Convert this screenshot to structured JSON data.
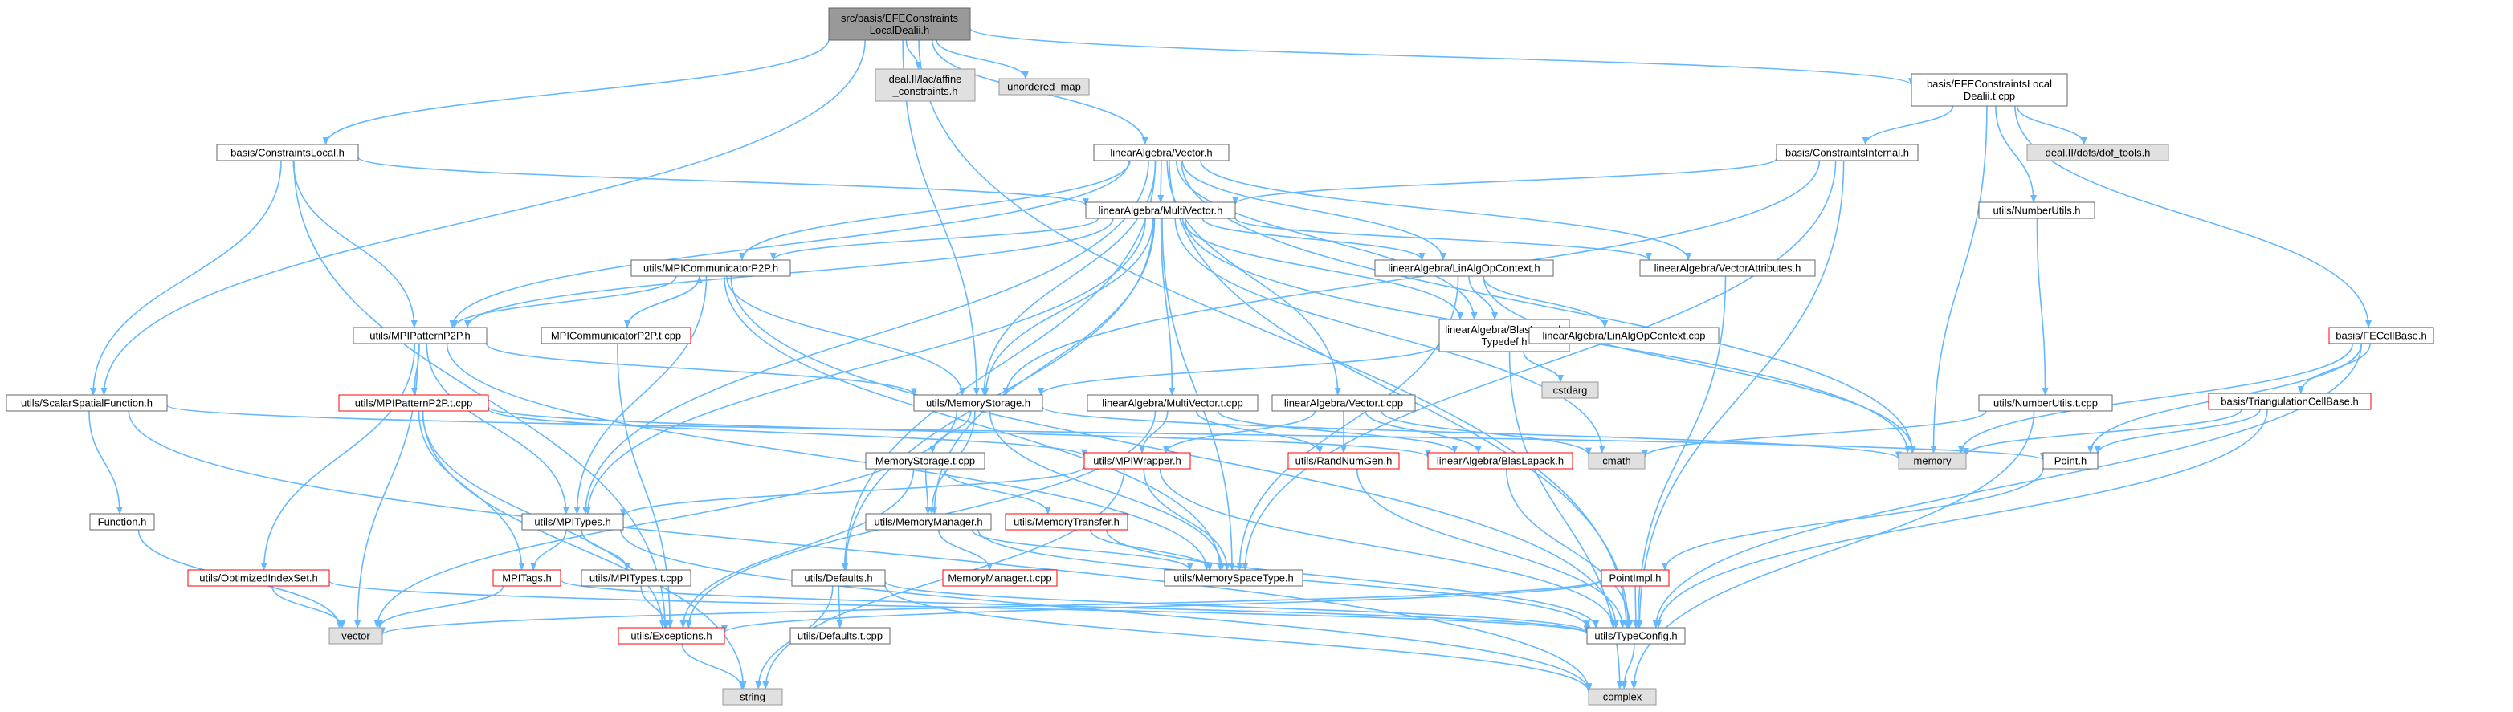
{
  "colors": {
    "edge": "#63b8ff",
    "root_fill": "#999999",
    "file_fill": "#ffffff",
    "file_stroke": "#666666",
    "external_fill": "#e0e0e0",
    "external_stroke": "#999999",
    "incomplete_stroke": "#ff0000"
  },
  "nodes": [
    {
      "id": "root",
      "label": "src/basis/EFEConstraints\nLocalDealii.h",
      "kind": "root"
    },
    {
      "id": "dealii_affine",
      "label": "deal.II/lac/affine\n_constraints.h",
      "kind": "external"
    },
    {
      "id": "unordered_map",
      "label": "unordered_map",
      "kind": "external"
    },
    {
      "id": "efe_t",
      "label": "basis/EFEConstraintsLocal\nDealii.t.cpp",
      "kind": "file"
    },
    {
      "id": "constraints_local",
      "label": "basis/ConstraintsLocal.h",
      "kind": "file"
    },
    {
      "id": "la_vector",
      "label": "linearAlgebra/Vector.h",
      "kind": "file"
    },
    {
      "id": "constraints_internal",
      "label": "basis/ConstraintsInternal.h",
      "kind": "file"
    },
    {
      "id": "dof_tools",
      "label": "deal.II/dofs/dof_tools.h",
      "kind": "external"
    },
    {
      "id": "la_multivector",
      "label": "linearAlgebra/MultiVector.h",
      "kind": "file"
    },
    {
      "id": "number_utils",
      "label": "utils/NumberUtils.h",
      "kind": "file"
    },
    {
      "id": "mpi_comm",
      "label": "utils/MPICommunicatorP2P.h",
      "kind": "file"
    },
    {
      "id": "linalg_ctx",
      "label": "linearAlgebra/LinAlgOpContext.h",
      "kind": "file"
    },
    {
      "id": "vec_attr",
      "label": "linearAlgebra/VectorAttributes.h",
      "kind": "file"
    },
    {
      "id": "mpi_pattern",
      "label": "utils/MPIPatternP2P.h",
      "kind": "file"
    },
    {
      "id": "mpi_comm_t",
      "label": "MPICommunicatorP2P.t.cpp",
      "kind": "incomplete"
    },
    {
      "id": "blas_typedef",
      "label": "linearAlgebra/BlasLapack\nTypedef.h",
      "kind": "file"
    },
    {
      "id": "linalg_ctx_t",
      "label": "linearAlgebra/LinAlgOpContext.cpp",
      "kind": "file"
    },
    {
      "id": "fecellbase",
      "label": "basis/FECellBase.h",
      "kind": "incomplete"
    },
    {
      "id": "scalar_spatial",
      "label": "utils/ScalarSpatialFunction.h",
      "kind": "file"
    },
    {
      "id": "cstdarg",
      "label": "cstdarg",
      "kind": "external"
    },
    {
      "id": "tri_cellbase",
      "label": "basis/TriangulationCellBase.h",
      "kind": "incomplete"
    },
    {
      "id": "mpi_pattern_t",
      "label": "utils/MPIPatternP2P.t.cpp",
      "kind": "incomplete"
    },
    {
      "id": "mem_storage",
      "label": "utils/MemoryStorage.h",
      "kind": "file"
    },
    {
      "id": "la_multivector_t",
      "label": "linearAlgebra/MultiVector.t.cpp",
      "kind": "file"
    },
    {
      "id": "la_vector_t",
      "label": "linearAlgebra/Vector.t.cpp",
      "kind": "file"
    },
    {
      "id": "number_utils_t",
      "label": "utils/NumberUtils.t.cpp",
      "kind": "file"
    },
    {
      "id": "mem_storage_t",
      "label": "MemoryStorage.t.cpp",
      "kind": "file"
    },
    {
      "id": "mpi_wrapper",
      "label": "utils/MPIWrapper.h",
      "kind": "incomplete"
    },
    {
      "id": "rand_num",
      "label": "utils/RandNumGen.h",
      "kind": "incomplete"
    },
    {
      "id": "blas_lapack",
      "label": "linearAlgebra/BlasLapack.h",
      "kind": "incomplete"
    },
    {
      "id": "cmath",
      "label": "cmath",
      "kind": "external"
    },
    {
      "id": "memory",
      "label": "memory",
      "kind": "external"
    },
    {
      "id": "point",
      "label": "Point.h",
      "kind": "file"
    },
    {
      "id": "function",
      "label": "Function.h",
      "kind": "file"
    },
    {
      "id": "mpi_types",
      "label": "utils/MPITypes.h",
      "kind": "file"
    },
    {
      "id": "mem_manager",
      "label": "utils/MemoryManager.h",
      "kind": "file"
    },
    {
      "id": "mem_transfer",
      "label": "utils/MemoryTransfer.h",
      "kind": "incomplete"
    },
    {
      "id": "mpi_tags",
      "label": "MPITags.h",
      "kind": "incomplete"
    },
    {
      "id": "opt_index",
      "label": "utils/OptimizedIndexSet.h",
      "kind": "incomplete"
    },
    {
      "id": "mpi_types_t",
      "label": "utils/MPITypes.t.cpp",
      "kind": "file"
    },
    {
      "id": "defaults",
      "label": "utils/Defaults.h",
      "kind": "file"
    },
    {
      "id": "mem_manager_t",
      "label": "MemoryManager.t.cpp",
      "kind": "incomplete"
    },
    {
      "id": "mem_space",
      "label": "utils/MemorySpaceType.h",
      "kind": "file"
    },
    {
      "id": "point_impl",
      "label": "PointImpl.h",
      "kind": "incomplete"
    },
    {
      "id": "vector",
      "label": "vector",
      "kind": "external"
    },
    {
      "id": "exceptions",
      "label": "utils/Exceptions.h",
      "kind": "incomplete"
    },
    {
      "id": "defaults_t",
      "label": "utils/Defaults.t.cpp",
      "kind": "file"
    },
    {
      "id": "type_config",
      "label": "utils/TypeConfig.h",
      "kind": "file"
    },
    {
      "id": "string",
      "label": "string",
      "kind": "external"
    },
    {
      "id": "complex",
      "label": "complex",
      "kind": "external"
    }
  ],
  "edges": [
    [
      "root",
      "dealii_affine"
    ],
    [
      "root",
      "unordered_map"
    ],
    [
      "root",
      "efe_t"
    ],
    [
      "root",
      "constraints_local"
    ],
    [
      "root",
      "la_vector"
    ],
    [
      "root",
      "scalar_spatial"
    ],
    [
      "root",
      "mem_storage"
    ],
    [
      "root",
      "type_config"
    ],
    [
      "constraints_local",
      "la_multivector"
    ],
    [
      "constraints_local",
      "mpi_pattern"
    ],
    [
      "constraints_local",
      "scalar_spatial"
    ],
    [
      "constraints_local",
      "exceptions"
    ],
    [
      "efe_t",
      "constraints_internal"
    ],
    [
      "efe_t",
      "dof_tools"
    ],
    [
      "efe_t",
      "number_utils"
    ],
    [
      "efe_t",
      "fecellbase"
    ],
    [
      "efe_t",
      "memory"
    ],
    [
      "constraints_internal",
      "la_multivector"
    ],
    [
      "constraints_internal",
      "mem_storage"
    ],
    [
      "constraints_internal",
      "mem_space"
    ],
    [
      "constraints_internal",
      "type_config"
    ],
    [
      "la_vector",
      "la_multivector"
    ],
    [
      "la_vector",
      "mpi_comm"
    ],
    [
      "la_vector",
      "linalg_ctx"
    ],
    [
      "la_vector",
      "vec_attr"
    ],
    [
      "la_vector",
      "blas_typedef"
    ],
    [
      "la_vector",
      "mpi_pattern"
    ],
    [
      "la_vector",
      "mem_storage"
    ],
    [
      "la_vector",
      "la_vector_t"
    ],
    [
      "la_vector",
      "mpi_types"
    ],
    [
      "la_vector",
      "defaults"
    ],
    [
      "la_vector",
      "memory"
    ],
    [
      "la_vector",
      "type_config"
    ],
    [
      "la_multivector",
      "mpi_comm"
    ],
    [
      "la_multivector",
      "linalg_ctx"
    ],
    [
      "la_multivector",
      "vec_attr"
    ],
    [
      "la_multivector",
      "blas_typedef"
    ],
    [
      "la_multivector",
      "mpi_pattern"
    ],
    [
      "la_multivector",
      "mem_storage"
    ],
    [
      "la_multivector",
      "la_multivector_t"
    ],
    [
      "la_multivector",
      "mpi_types"
    ],
    [
      "la_multivector",
      "mem_manager"
    ],
    [
      "la_multivector",
      "defaults"
    ],
    [
      "la_multivector",
      "memory"
    ],
    [
      "la_multivector",
      "cmath"
    ],
    [
      "la_multivector",
      "mem_space"
    ],
    [
      "mpi_comm",
      "mpi_pattern"
    ],
    [
      "mpi_comm",
      "mpi_comm_t"
    ],
    [
      "mpi_comm",
      "mem_storage"
    ],
    [
      "mpi_comm",
      "mpi_types"
    ],
    [
      "mpi_comm",
      "mem_space"
    ],
    [
      "mpi_comm",
      "type_config"
    ],
    [
      "mpi_comm_t",
      "mpi_comm"
    ],
    [
      "mpi_comm_t",
      "exceptions"
    ],
    [
      "linalg_ctx",
      "blas_typedef"
    ],
    [
      "linalg_ctx",
      "linalg_ctx_t"
    ],
    [
      "linalg_ctx",
      "memory"
    ],
    [
      "linalg_ctx",
      "mem_space"
    ],
    [
      "vec_attr",
      "type_config"
    ],
    [
      "blas_typedef",
      "cstdarg"
    ],
    [
      "blas_typedef",
      "mem_storage"
    ],
    [
      "blas_typedef",
      "complex"
    ],
    [
      "mpi_pattern",
      "mpi_pattern_t"
    ],
    [
      "mpi_pattern",
      "mem_storage"
    ],
    [
      "mpi_pattern",
      "opt_index"
    ],
    [
      "mpi_pattern",
      "mpi_types"
    ],
    [
      "mpi_pattern",
      "mem_space"
    ],
    [
      "mpi_pattern",
      "vector"
    ],
    [
      "mpi_pattern_t",
      "mpi_wrapper"
    ],
    [
      "mpi_pattern_t",
      "mpi_tags"
    ],
    [
      "mpi_pattern_t",
      "exceptions"
    ],
    [
      "mpi_pattern_t",
      "string"
    ],
    [
      "mpi_pattern_t",
      "blas_lapack"
    ],
    [
      "number_utils",
      "number_utils_t"
    ],
    [
      "number_utils_t",
      "cmath"
    ],
    [
      "number_utils_t",
      "complex"
    ],
    [
      "fecellbase",
      "tri_cellbase"
    ],
    [
      "fecellbase",
      "point"
    ],
    [
      "fecellbase",
      "memory"
    ],
    [
      "fecellbase",
      "type_config"
    ],
    [
      "tri_cellbase",
      "point"
    ],
    [
      "tri_cellbase",
      "memory"
    ],
    [
      "tri_cellbase",
      "type_config"
    ],
    [
      "scalar_spatial",
      "function"
    ],
    [
      "scalar_spatial",
      "point"
    ],
    [
      "scalar_spatial",
      "complex"
    ],
    [
      "function",
      "vector"
    ],
    [
      "mem_storage",
      "mem_storage_t"
    ],
    [
      "mem_storage",
      "mem_manager"
    ],
    [
      "mem_storage",
      "mem_space"
    ],
    [
      "mem_storage",
      "memory"
    ],
    [
      "mem_storage",
      "vector"
    ],
    [
      "la_multivector_t",
      "mpi_wrapper"
    ],
    [
      "la_multivector_t",
      "rand_num"
    ],
    [
      "la_multivector_t",
      "blas_lapack"
    ],
    [
      "la_multivector_t",
      "exceptions"
    ],
    [
      "la_vector_t",
      "mpi_wrapper"
    ],
    [
      "la_vector_t",
      "rand_num"
    ],
    [
      "la_vector_t",
      "blas_lapack"
    ],
    [
      "la_vector_t",
      "cmath"
    ],
    [
      "mem_storage_t",
      "mem_manager"
    ],
    [
      "mem_storage_t",
      "mem_transfer"
    ],
    [
      "mem_storage_t",
      "exceptions"
    ],
    [
      "mpi_wrapper",
      "mpi_types"
    ],
    [
      "mpi_wrapper",
      "mem_space"
    ],
    [
      "mpi_wrapper",
      "type_config"
    ],
    [
      "mpi_wrapper",
      "string"
    ],
    [
      "rand_num",
      "type_config"
    ],
    [
      "blas_lapack",
      "type_config"
    ],
    [
      "point",
      "point_impl"
    ],
    [
      "point_impl",
      "vector"
    ],
    [
      "point_impl",
      "type_config"
    ],
    [
      "point_impl",
      "exceptions"
    ],
    [
      "mpi_types",
      "mpi_tags"
    ],
    [
      "mpi_types",
      "mpi_types_t"
    ],
    [
      "mpi_types",
      "complex"
    ],
    [
      "mpi_tags",
      "vector"
    ],
    [
      "mpi_tags",
      "type_config"
    ],
    [
      "mpi_types_t",
      "exceptions"
    ],
    [
      "mem_manager",
      "mem_manager_t"
    ],
    [
      "mem_manager",
      "mem_space"
    ],
    [
      "mem_manager",
      "type_config"
    ],
    [
      "mem_transfer",
      "mem_space"
    ],
    [
      "mem_transfer",
      "type_config"
    ],
    [
      "opt_index",
      "vector"
    ],
    [
      "opt_index",
      "type_config"
    ],
    [
      "defaults",
      "defaults_t"
    ],
    [
      "defaults",
      "string"
    ],
    [
      "defaults",
      "type_config"
    ],
    [
      "defaults",
      "complex"
    ],
    [
      "exceptions",
      "string"
    ],
    [
      "type_config",
      "complex"
    ]
  ]
}
